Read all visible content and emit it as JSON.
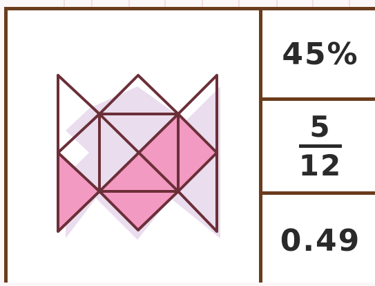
{
  "cards": {
    "percent": "45%",
    "fraction": {
      "numerator": "5",
      "denominator": "12"
    },
    "decimal": "0.49"
  },
  "colors": {
    "shaded": "#f29ac2",
    "outline": "#6b2f38",
    "border": "#6a3b1c",
    "shadow": "#e3d5ea"
  },
  "figure": {
    "total_triangles": 12,
    "shaded_triangles": 5,
    "shaded_fraction": 0.4167
  }
}
